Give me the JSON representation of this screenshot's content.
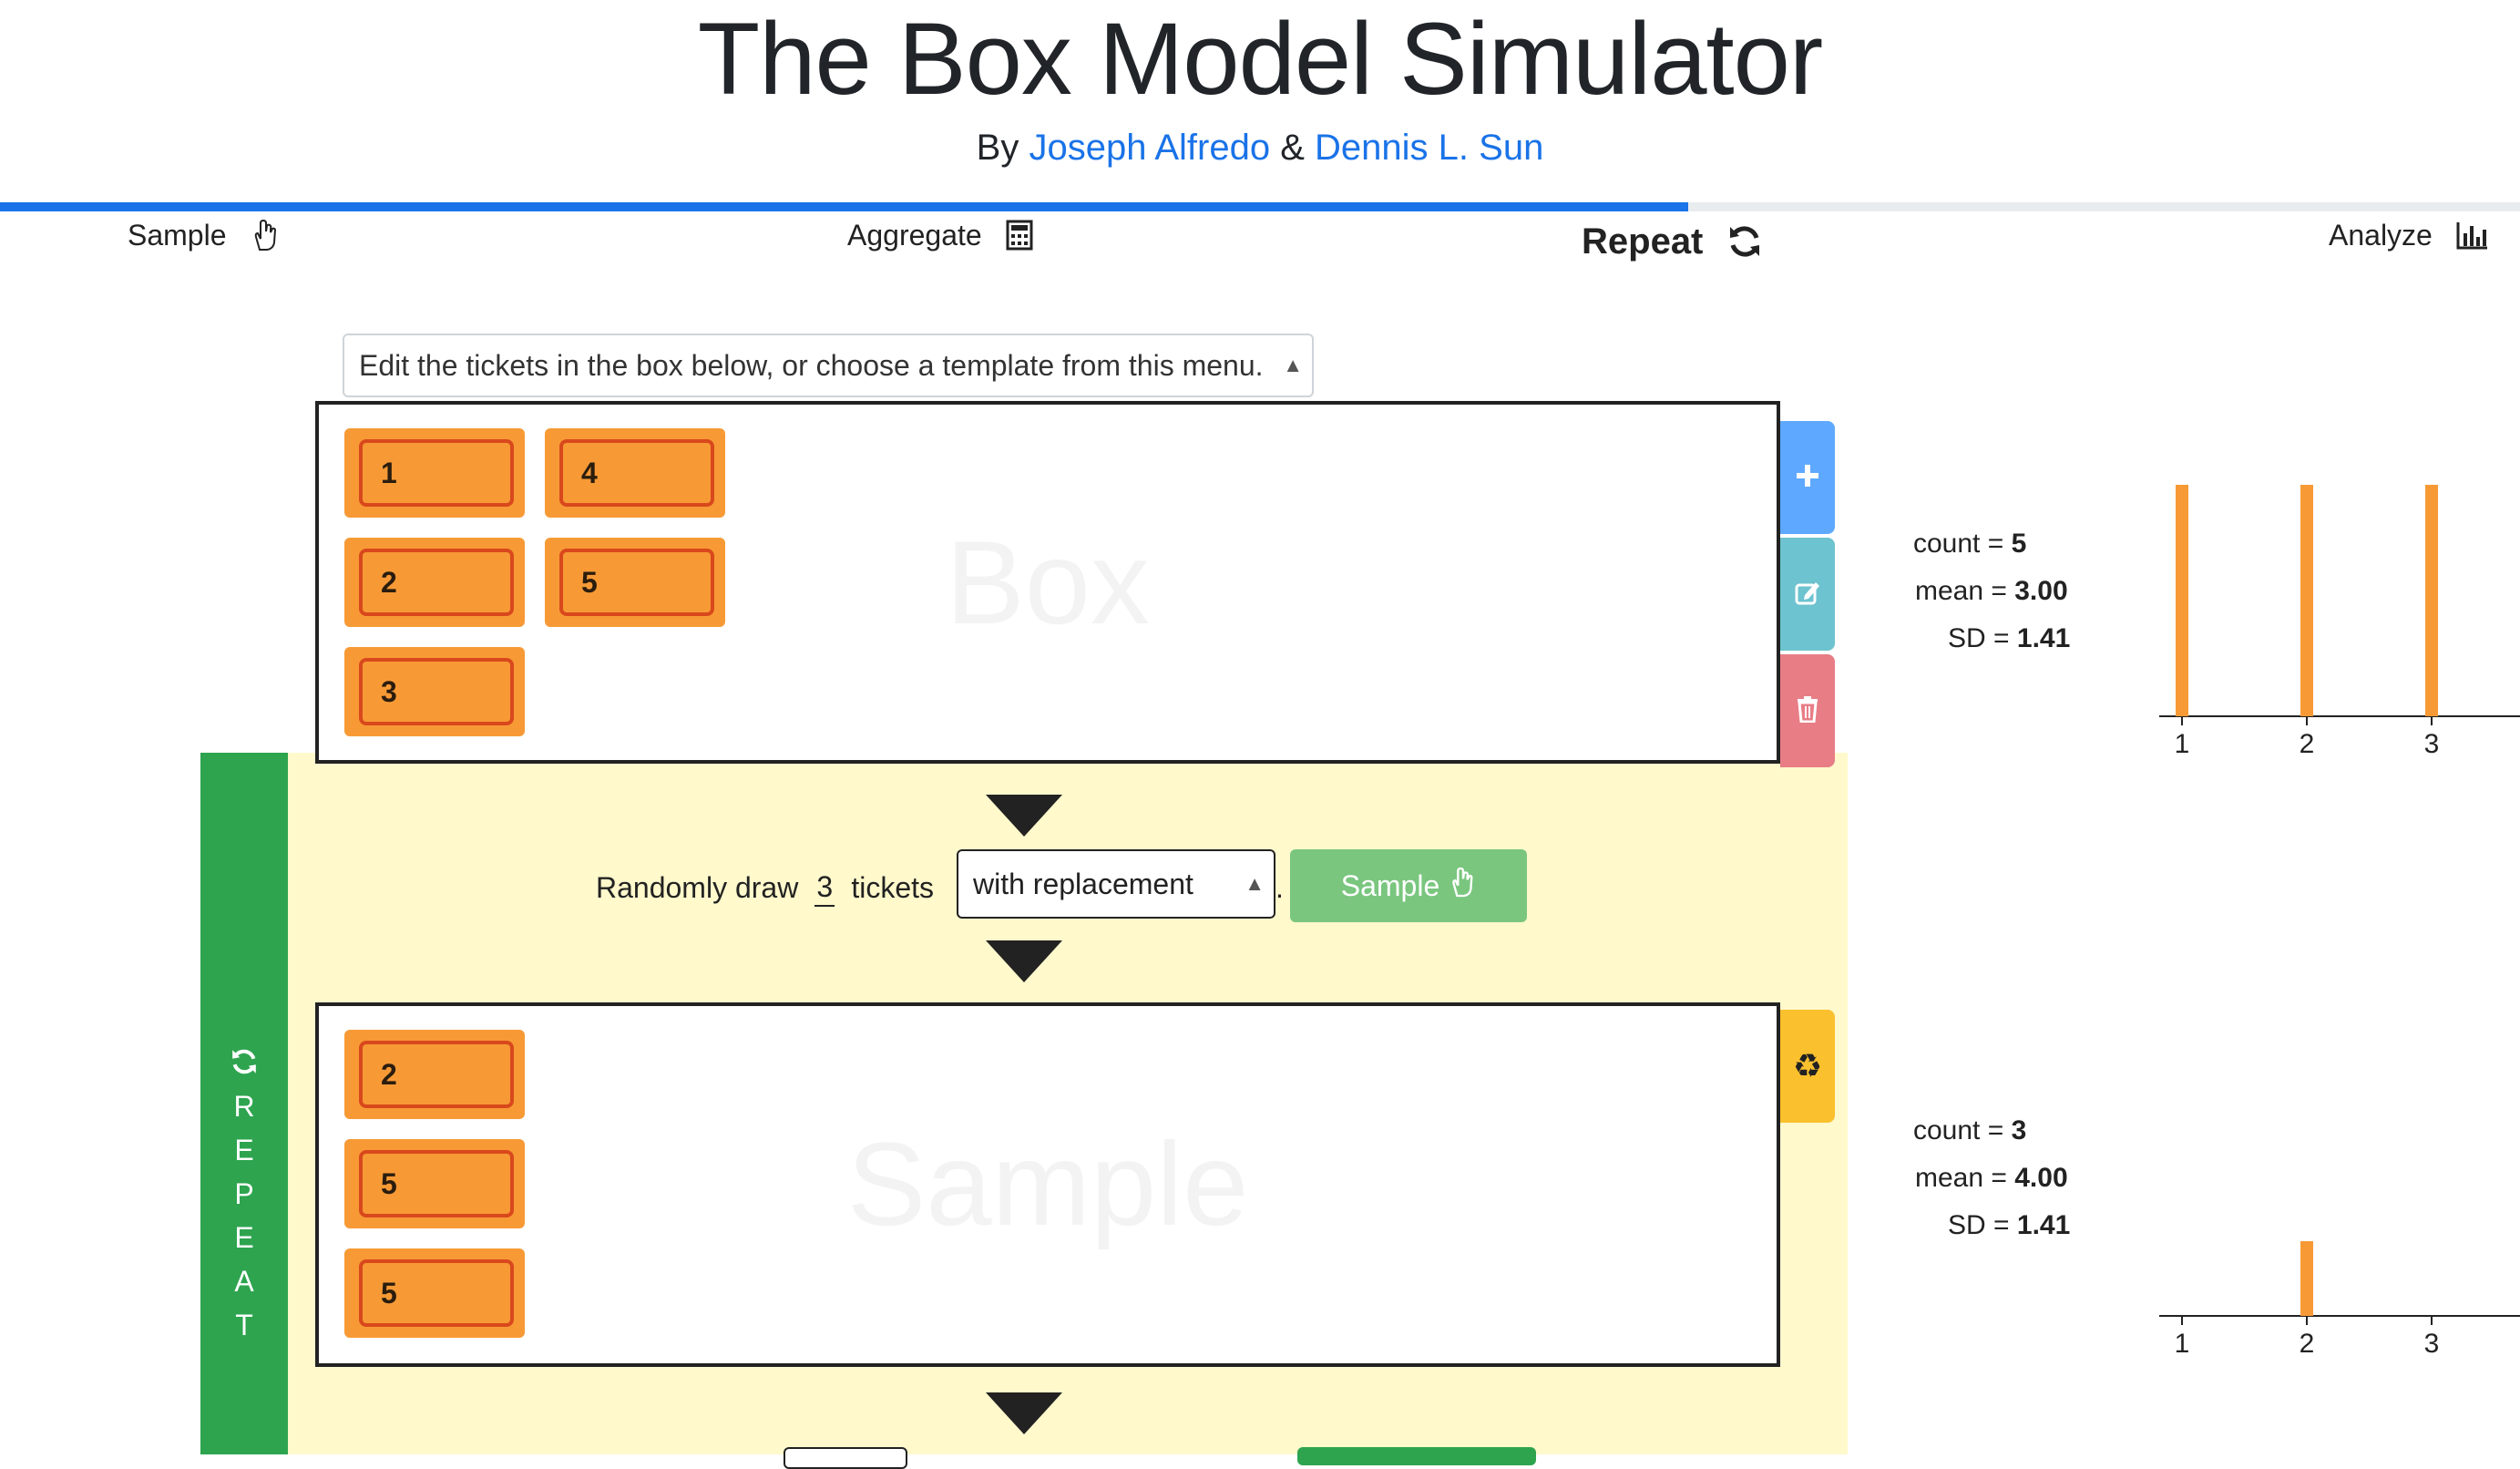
{
  "header": {
    "title": "The Box Model Simulator",
    "by_prefix": "By",
    "author1": "Joseph Alfredo",
    "amp": "&",
    "author2": "Dennis L. Sun",
    "progress_fraction": 0.67
  },
  "steps": [
    {
      "label": "Sample",
      "icon": "hand-icon"
    },
    {
      "label": "Aggregate",
      "icon": "calculator-icon"
    },
    {
      "label": "Repeat",
      "icon": "refresh-icon",
      "active": true
    },
    {
      "label": "Analyze",
      "icon": "bar-chart-icon"
    }
  ],
  "template_select": {
    "value": "Edit the tickets in the box below, or choose a template from this menu."
  },
  "box": {
    "watermark": "Box",
    "tickets": [
      "1",
      "4",
      "2",
      "5",
      "3"
    ],
    "stats": {
      "count_label": "count",
      "count": "5",
      "mean_label": "mean",
      "mean": "3.00",
      "sd_label": "SD",
      "sd": "1.41"
    }
  },
  "draw": {
    "prefix": "Randomly draw",
    "count": "3",
    "middle": "tickets",
    "mode": "with replacement",
    "period": ".",
    "button": "Sample"
  },
  "sample": {
    "watermark": "Sample",
    "tickets": [
      "2",
      "5",
      "5"
    ],
    "stats": {
      "count_label": "count",
      "count": "3",
      "mean_label": "mean",
      "mean": "4.00",
      "sd_label": "SD",
      "sd": "1.41"
    }
  },
  "repeat_bar": {
    "letters": [
      "R",
      "E",
      "P",
      "E",
      "A",
      "T"
    ]
  },
  "chart_data": [
    {
      "type": "bar",
      "categories": [
        "1",
        "2",
        "3"
      ],
      "values": [
        1,
        1,
        1
      ],
      "ylim": [
        0,
        1
      ],
      "bar_color": "#f79a36"
    },
    {
      "type": "bar",
      "categories": [
        "1",
        "2",
        "3"
      ],
      "values": [
        0,
        1,
        0
      ],
      "ylim": [
        0,
        2
      ],
      "bar_color": "#f79a36"
    }
  ],
  "colors": {
    "accent": "#1a73e8",
    "ticket": "#f79a36",
    "repeat_green": "#2ea44f",
    "repeat_bg": "#fff9cc"
  }
}
